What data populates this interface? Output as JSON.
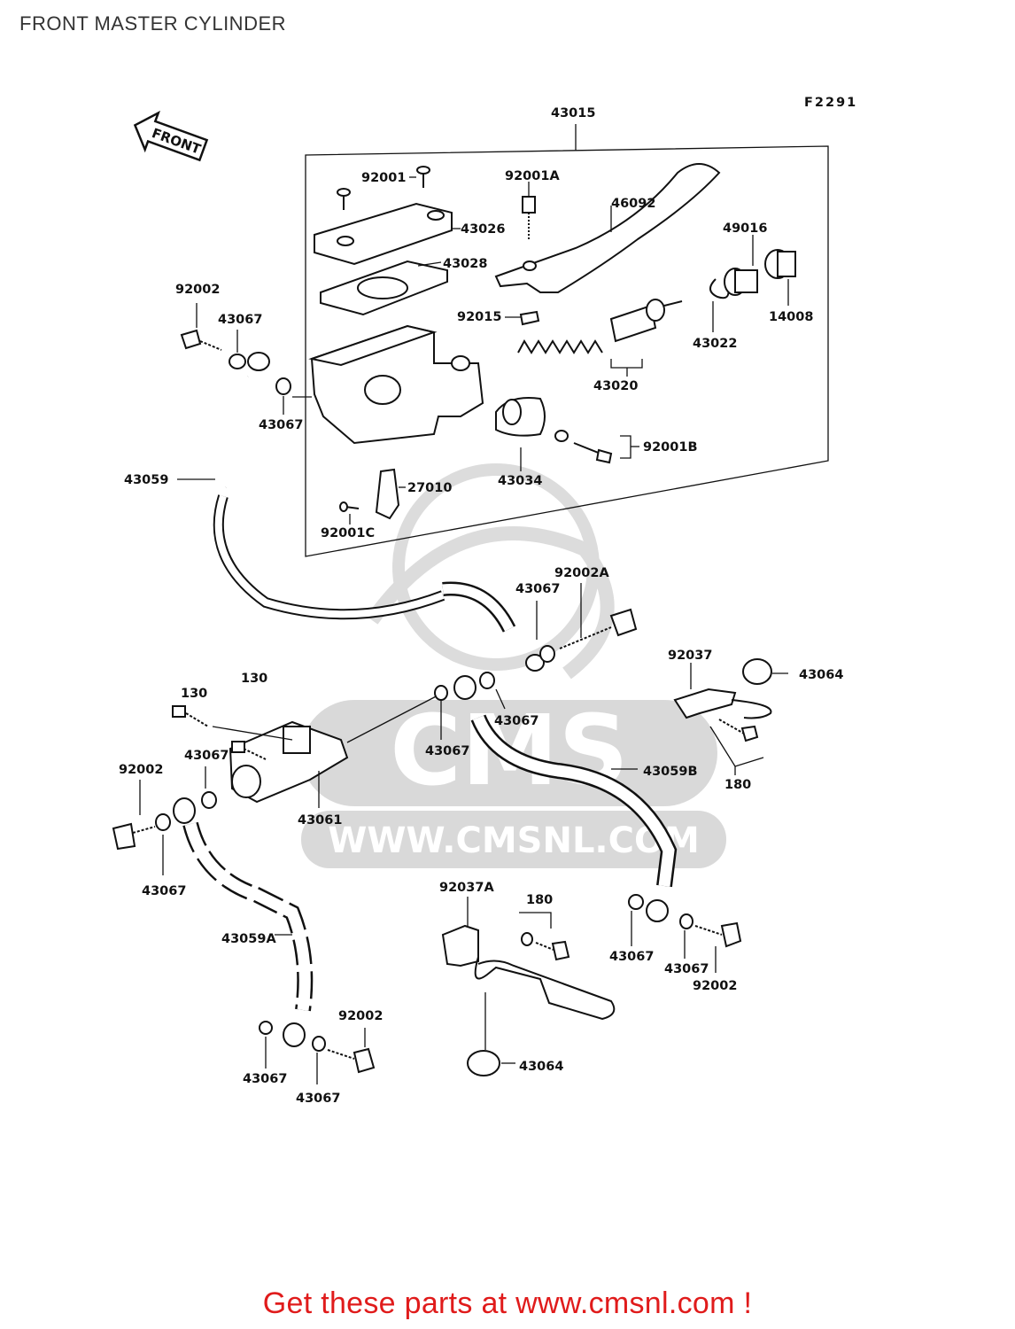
{
  "page": {
    "title": "FRONT MASTER CYLINDER",
    "footer_link_text": "Get these parts at www.cmsnl.com !"
  },
  "diagram": {
    "figure_code": "F2291",
    "front_arrow_text": "FRONT",
    "watermark_text": "CMS",
    "watermark_url": "WWW.CMSNL.COM",
    "callouts": {
      "c43015": "43015",
      "c92001": "92001",
      "c92001A": "92001A",
      "c46092": "46092",
      "c43026": "43026",
      "c43028": "43028",
      "c49016": "49016",
      "c92015": "92015",
      "c14008": "14008",
      "c43022": "43022",
      "c43020": "43020",
      "c92002_top": "92002",
      "c43067_a": "43067",
      "c43067_b": "43067",
      "c43059": "43059",
      "c27010": "27010",
      "c92001C": "92001C",
      "c43034": "43034",
      "c92001B": "92001B",
      "c92002A": "92002A",
      "c43067_c": "43067",
      "c92037": "92037",
      "c43064_a": "43064",
      "c130_a": "130",
      "c130_b": "130",
      "c43067_d": "43067",
      "c43067_e": "43067",
      "c43059B": "43059B",
      "c92002_left": "92002",
      "c43067_f": "43067",
      "c43061": "43061",
      "c180_a": "180",
      "c43067_g": "43067",
      "c43059A": "43059A",
      "c92037A": "92037A",
      "c180_b": "180",
      "c43067_h": "43067",
      "c43067_i": "43067",
      "c92002_right": "92002",
      "c92002_bottom": "92002",
      "c43067_j": "43067",
      "c43067_k": "43067",
      "c43064_b": "43064"
    }
  }
}
